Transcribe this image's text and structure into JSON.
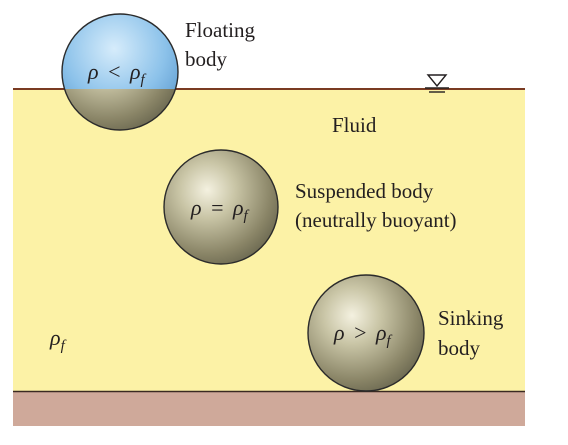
{
  "labels": {
    "floating_line1": "Floating",
    "floating_line2": "body",
    "fluid": "Fluid",
    "suspended_line1": "Suspended body",
    "suspended_line2": "(neutrally buoyant)",
    "sinking_line1": "Sinking",
    "sinking_line2": "body"
  },
  "bodies": {
    "floating": {
      "rho": "ρ",
      "relation": "<",
      "rho_f": "ρ",
      "sub": "f"
    },
    "suspended": {
      "rho": "ρ",
      "relation": "=",
      "rho_f": "ρ",
      "sub": "f"
    },
    "sinking": {
      "rho": "ρ",
      "relation": ">",
      "rho_f": "ρ",
      "sub": "f"
    }
  },
  "fluid_density": {
    "symbol": "ρ",
    "sub": "f"
  },
  "free_surface_symbol": "▽",
  "colors": {
    "fluid": "#fcf2a6",
    "ground": "#cfa99a",
    "surface_line": "#7a3b22",
    "above_water_ball": "#8fc3ea",
    "submerged_ball": "#b7b28a"
  }
}
